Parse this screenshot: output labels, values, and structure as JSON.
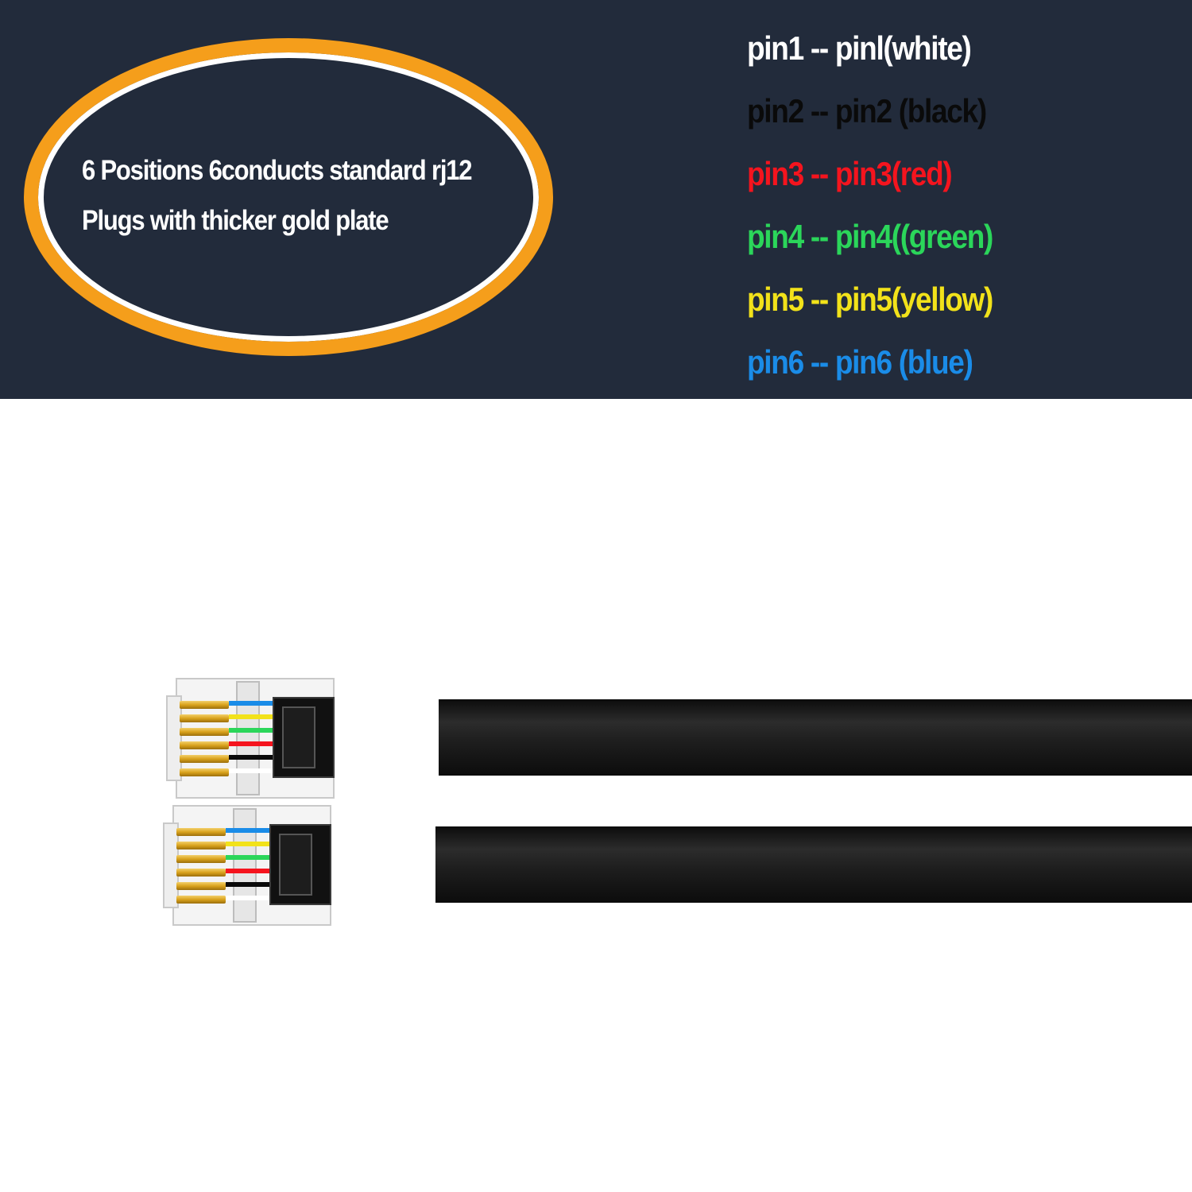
{
  "callout": {
    "line1": "6 Positions 6conducts standard rj12",
    "line2": "Plugs with thicker gold plate"
  },
  "pinout": [
    {
      "label": "pin1 -- pinl(white)",
      "color": "#ffffff"
    },
    {
      "label": "pin2 -- pin2 (black)",
      "color": "#0a0a0a"
    },
    {
      "label": "pin3 -- pin3(red)",
      "color": "#f5141e"
    },
    {
      "label": "pin4 -- pin4((green)",
      "color": "#2bd65a"
    },
    {
      "label": "pin5 -- pin5(yellow)",
      "color": "#f2e21a"
    },
    {
      "label": "pin6 -- pin6 (blue)",
      "color": "#1a8ce8"
    }
  ],
  "colors": {
    "banner_background": "#222b3b",
    "oval_accent": "#f59e1b",
    "contact_gold": "#d9a21c",
    "cable_black": "#1f1f1f"
  },
  "wire_colors": [
    "#1a8ce8",
    "#f2e21a",
    "#2bd65a",
    "#f5141e",
    "#0a0a0a",
    "#ffffff"
  ]
}
